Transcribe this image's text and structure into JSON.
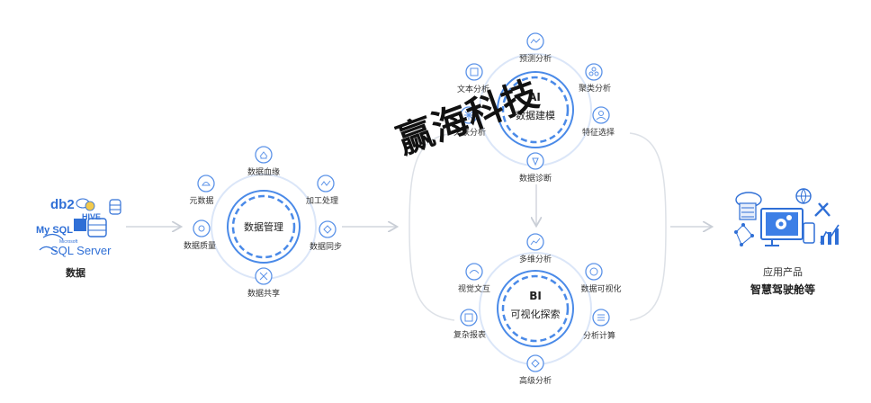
{
  "source": {
    "label": "数据",
    "logos": {
      "db2": "db2",
      "hive": "HIVE",
      "mysql": "My SQL",
      "microsoft": "Microsoft",
      "sqlserver": "SQL Server"
    }
  },
  "data_mgmt": {
    "center": "数据管理",
    "nodes": {
      "top": "数据血缘",
      "upper_right": "加工处理",
      "lower_right": "数据同步",
      "bottom": "数据共享",
      "lower_left": "数据质量",
      "upper_left": "元数据"
    }
  },
  "ai": {
    "center_title": "AI",
    "center_sub": "数据建模",
    "nodes": {
      "top": "预测分析",
      "upper_right": "聚类分析",
      "right": "特征选择",
      "bottom": "数据诊断",
      "left": "关联分析",
      "upper_left": "文本分析"
    }
  },
  "bi": {
    "center_title": "BI",
    "center_sub": "可视化探索",
    "nodes": {
      "top": "多维分析",
      "upper_right": "数据可视化",
      "right": "分析计算",
      "bottom": "高级分析",
      "left": "复杂报表",
      "upper_left": "视觉文互"
    }
  },
  "output": {
    "label": "应用产品",
    "sub": "智慧驾驶舱等"
  },
  "watermark": "赢海科技",
  "colors": {
    "blue": "#3d7fe6",
    "light_blue": "#a9c6f5",
    "ring": "#dbe6f8",
    "arrow": "#d2d6de"
  }
}
